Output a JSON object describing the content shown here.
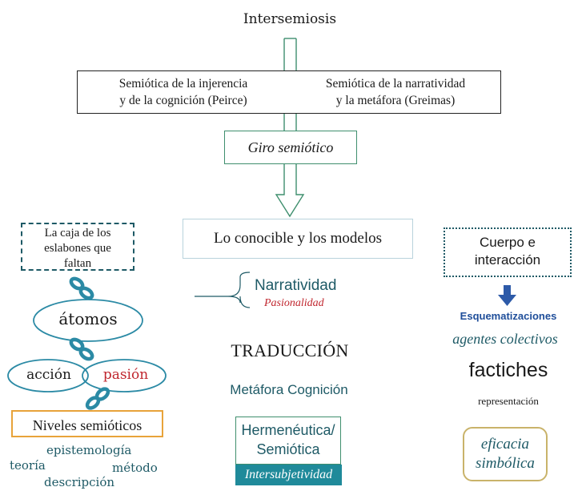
{
  "title": "Intersemiosis",
  "top_box": {
    "left_line1": "Semiótica de la injerencia",
    "left_line2": "y de la cognición (Peirce)",
    "right_line1": "Semiótica de la narratividad",
    "right_line2": "y la metáfora (Greimas)"
  },
  "giro": "Giro semiótico",
  "conocible": "Lo conocible y los modelos",
  "left": {
    "caja": "La caja de los eslabones que faltan",
    "atomos": "átomos",
    "accion": "acción",
    "pasion": "pasión",
    "niveles": "Niveles semióticos",
    "epistemologia": "epistemología",
    "teoria": "teoría",
    "metodo": "método",
    "descripcion": "descripción"
  },
  "center": {
    "narratividad": "Narratividad",
    "pasionalidad": "Pasionalidad",
    "traduccion": "TRADUCCIÓN",
    "metafora": "Metáfora Cognición",
    "hermeneutica": "Hermenéutica/",
    "semiotica": "Semiótica",
    "intersubjetividad": "Intersubjetividad"
  },
  "right": {
    "cuerpo": "Cuerpo e",
    "interaccion": "interacción",
    "esquematizaciones": "Esquematizaciones",
    "agentes": "agentes colectivos",
    "factiches": "factiches",
    "representacion": "representación",
    "eficacia": "eficacia",
    "simbolica": "simbólica"
  },
  "colors": {
    "teal": "#1e5a66",
    "arrow_green": "#3f8f6e",
    "orange": "#e8a33a",
    "dark_blue": "#1f4e9a",
    "red": "#c0262e",
    "teal_fill": "#1f8a9a"
  }
}
